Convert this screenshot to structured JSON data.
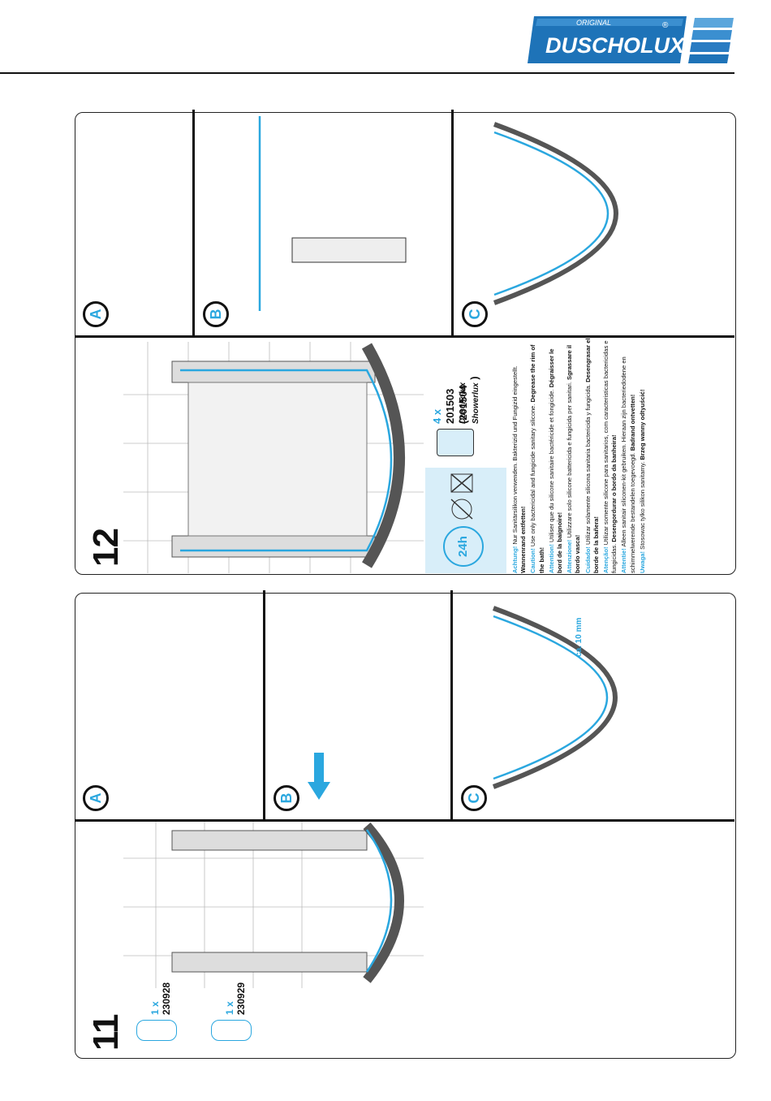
{
  "brand": {
    "original": "ORIGINAL",
    "name": "DUSCHOLUX",
    "reg": "®"
  },
  "step12": {
    "number": "12",
    "timer": "24h",
    "substeps": [
      "A",
      "B",
      "C"
    ],
    "warnings": [
      {
        "h": "Achtung!",
        "t": " Nur Sanitärsilikon verwenden. Bakterizid und Fungizid eingestellt. ",
        "b": "Wannenrand entfetten!"
      },
      {
        "h": "Caution!",
        "t": " Use only bactericidal and fungicide sanitary silicone. ",
        "b": "Degrease the rim of the bath!"
      },
      {
        "h": "Attention!",
        "t": " Utiliser que du silicone sanitaire bactéricide et fongicide. ",
        "b": "Dégraisser le bord de la baignoire!"
      },
      {
        "h": "Attenzione!",
        "t": " Utilizzare solo silicone battericida e fungicida per sanitari. ",
        "b": "Sgrassare il bordo vasca!"
      },
      {
        "h": "Cuidado!",
        "t": " Utilizar solamente silicona sanitaria bactericida y fungicida. ",
        "b": "Desengrasar el borde de la bañera!"
      },
      {
        "h": "Atenção!",
        "t": " Utilizar somente silicone para sanitarios, com caracteristicas bactericidas e fungicidas. ",
        "b": "Desengordurar o bordo da banheira!"
      },
      {
        "h": "Attentie!",
        "t": " Alleen sanitair siliconen-kit gebruiken. Hieraan zijn bacteriedodene en schimmelwerende bestandelen toegevoegd. ",
        "b": "Badrand ontvetten!"
      },
      {
        "h": "Uwaga!",
        "t": " Stosowac tylko silikon sanitarny. ",
        "b": "Brzeg wanny odtyuścić!"
      }
    ],
    "qty": "4 x",
    "product1": "201503",
    "product2": "(201504",
    "product2_end": ")",
    "brand1": "Duscholux",
    "brand2": "Showerlux"
  },
  "step11": {
    "number": "11",
    "substeps": [
      "A",
      "B",
      "C"
    ],
    "parts": [
      {
        "qty": "1 x",
        "code": "230928"
      },
      {
        "qty": "1 x",
        "code": "230929"
      }
    ],
    "dim_label": "ca. 10 mm"
  },
  "colors": {
    "accent": "#2aa7df",
    "brand_blue": "#1e73b8",
    "ink": "#111111"
  }
}
